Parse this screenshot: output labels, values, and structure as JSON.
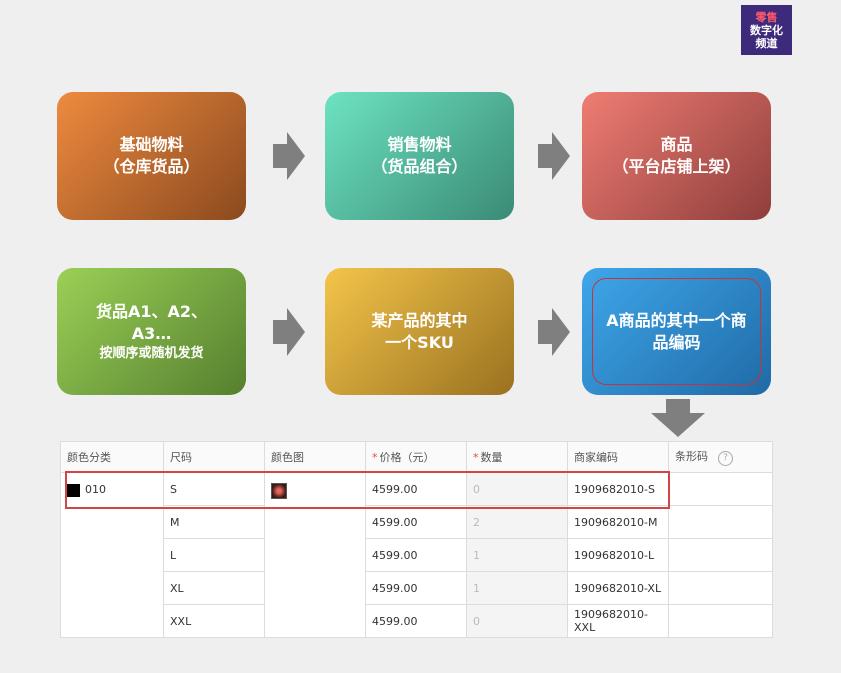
{
  "logo": {
    "line1": "零售",
    "line2": "数字化",
    "line3": "频道"
  },
  "row1": [
    {
      "title": "基础物料",
      "sub": "（仓库货品）",
      "colors": [
        "#ee8a3f",
        "#8b4a1e"
      ]
    },
    {
      "title": "销售物料",
      "sub": "（货品组合）",
      "colors": [
        "#6de3c1",
        "#3a8a76"
      ]
    },
    {
      "title": "商品",
      "sub": "（平台店铺上架）",
      "colors": [
        "#ef7d73",
        "#8f3e3c"
      ]
    }
  ],
  "row2": [
    {
      "title1": "货品A1、A2、",
      "title2": "A3…",
      "sub": "按顺序或随机发货",
      "colors": [
        "#9bd056",
        "#557f2f"
      ]
    },
    {
      "title1": "某产品的其中",
      "title2": "一个SKU",
      "colors": [
        "#f3c54a",
        "#9a7120"
      ]
    },
    {
      "title1": "A商品的其中一个商",
      "title2": "品编码",
      "colors": [
        "#3fa7ea",
        "#1f6aa6"
      ]
    }
  ],
  "table": {
    "headers": [
      "颜色分类",
      "尺码",
      "颜色图",
      "价格（元）",
      "数量",
      "商家编码",
      "条形码"
    ],
    "required_mark": "*",
    "help_icon": "?",
    "color_value": "010",
    "rows": [
      {
        "size": "S",
        "price": "4599.00",
        "qty": "0",
        "code": "1909682010-S"
      },
      {
        "size": "M",
        "price": "4599.00",
        "qty": "2",
        "code": "1909682010-M"
      },
      {
        "size": "L",
        "price": "4599.00",
        "qty": "1",
        "code": "1909682010-L"
      },
      {
        "size": "XL",
        "price": "4599.00",
        "qty": "1",
        "code": "1909682010-XL"
      },
      {
        "size": "XXL",
        "price": "4599.00",
        "qty": "0",
        "code": "1909682010-XXL"
      }
    ]
  },
  "colors": {
    "highlight": "#d04545",
    "arrow": "#7f7f7f"
  }
}
